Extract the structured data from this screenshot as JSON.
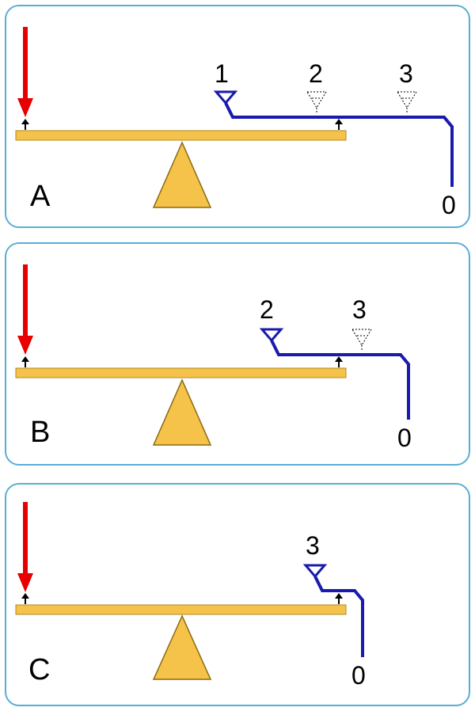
{
  "colors": {
    "border": "#5aaed6",
    "beam": "#f5c24a",
    "beam_stroke": "#b08a20",
    "fulcrum": "#f5c24a",
    "force_arrow": "#e60000",
    "small_arrow": "#000000",
    "pin_line": "#1a1aad",
    "inactive_pin": "#000000"
  },
  "icons": {
    "force": "red-down-arrow-icon",
    "support": "small-up-arrow-icon",
    "pin": "blue-triangle-pin-icon",
    "inactive_pin": "dotted-triangle-pin-icon"
  },
  "panels": [
    {
      "id": "A",
      "label": "A",
      "end_label": "0",
      "pins": [
        {
          "label": "1",
          "active": true
        },
        {
          "label": "2",
          "active": false
        },
        {
          "label": "3",
          "active": false
        }
      ]
    },
    {
      "id": "B",
      "label": "B",
      "end_label": "0",
      "pins": [
        {
          "label": "2",
          "active": true
        },
        {
          "label": "3",
          "active": false
        }
      ]
    },
    {
      "id": "C",
      "label": "C",
      "end_label": "0",
      "pins": [
        {
          "label": "3",
          "active": true
        }
      ]
    }
  ]
}
